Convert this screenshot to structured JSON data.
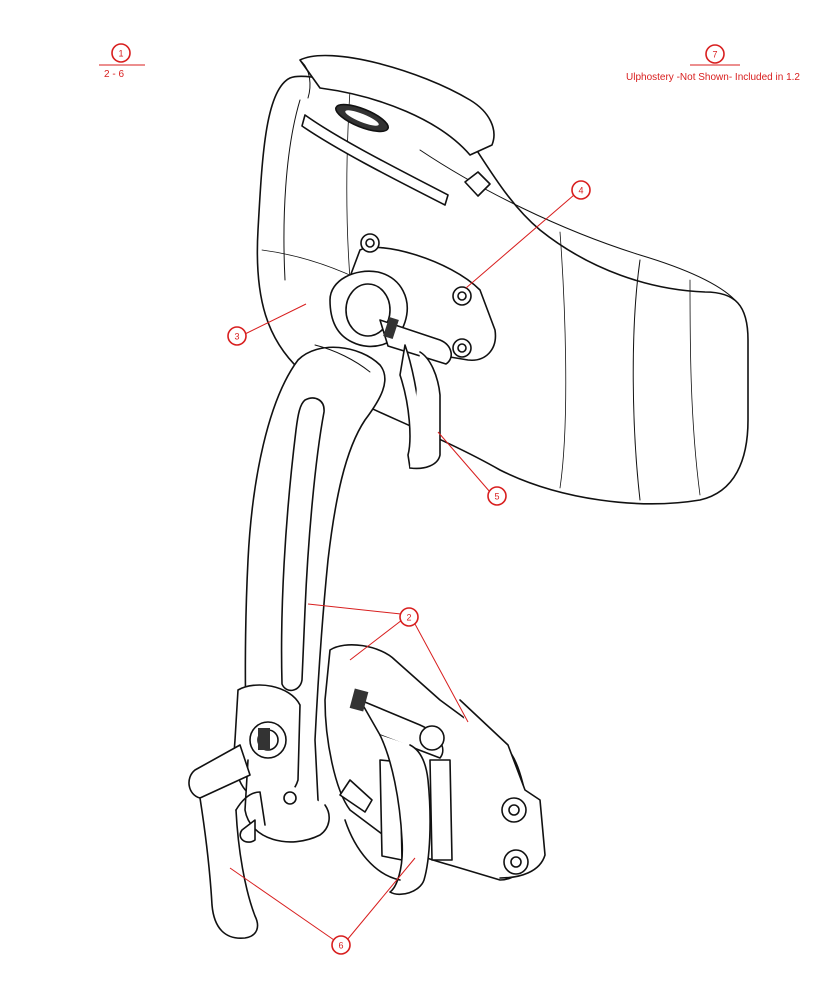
{
  "colors": {
    "callout": "#d81e1e",
    "line": "#111111",
    "background": "#ffffff"
  },
  "callouts": [
    {
      "id": "1",
      "label": "1",
      "note": "2 - 6"
    },
    {
      "id": "2",
      "label": "2"
    },
    {
      "id": "3",
      "label": "3"
    },
    {
      "id": "4",
      "label": "4"
    },
    {
      "id": "5",
      "label": "5"
    },
    {
      "id": "6",
      "label": "6"
    },
    {
      "id": "7",
      "label": "7",
      "note": "Ulphostery -Not Shown- Included in 1.2"
    }
  ]
}
